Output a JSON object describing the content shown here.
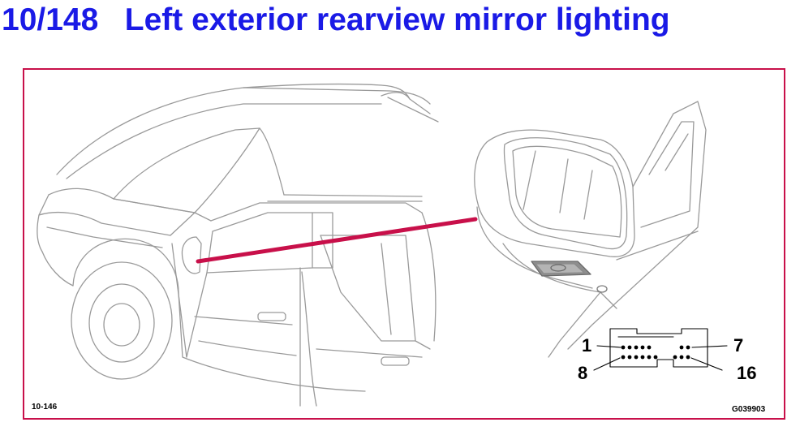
{
  "title": "10/148   Left exterior rearview mirror lighting",
  "colors": {
    "title": "#1a1ae6",
    "frame": "#c8104a",
    "pointer": "#c8104a",
    "lines": "#9a9a9a"
  },
  "figure_ref_left": "10-146",
  "figure_ref_right": "G039903",
  "connector": {
    "pin_top_left": "1",
    "pin_top_right": "7",
    "pin_bottom_left": "8",
    "pin_bottom_right": "16"
  }
}
